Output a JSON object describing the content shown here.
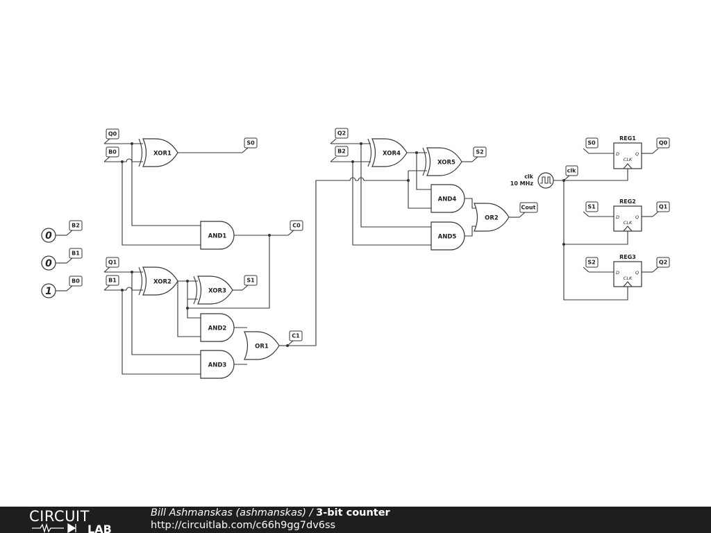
{
  "inputs": [
    {
      "label": "B2",
      "value": "0"
    },
    {
      "label": "B1",
      "value": "0"
    },
    {
      "label": "B0",
      "value": "1"
    }
  ],
  "gates": {
    "xor1": "XOR1",
    "xor2": "XOR2",
    "xor3": "XOR3",
    "xor4": "XOR4",
    "xor5": "XOR5",
    "and1": "AND1",
    "and2": "AND2",
    "and3": "AND3",
    "and4": "AND4",
    "and5": "AND5",
    "or1": "OR1",
    "or2": "OR2"
  },
  "nets": {
    "q0": "Q0",
    "b0": "B0",
    "s0": "S0",
    "q1": "Q1",
    "b1": "B1",
    "s1": "S1",
    "q2": "Q2",
    "b2": "B2",
    "s2": "S2",
    "c0": "C0",
    "c1": "C1",
    "cout": "Cout",
    "clk": "clk"
  },
  "clock": {
    "name": "clk",
    "freq": "10 MHz"
  },
  "registers": [
    {
      "name": "REG1",
      "d": "S0",
      "q": "Q0"
    },
    {
      "name": "REG2",
      "d": "S1",
      "q": "Q1"
    },
    {
      "name": "REG3",
      "d": "S2",
      "q": "Q2"
    }
  ],
  "register_pins": {
    "d": "D",
    "q": "Q",
    "clk": "CLK"
  },
  "footer": {
    "logo_top": "CIRCUIT",
    "logo_bottom": "LAB",
    "author": "Bill Ashmanskas (ashmanskas)",
    "separator": " / ",
    "title": "3-bit counter",
    "url": "http://circuitlab.com/c66h9gg7dv6ss"
  }
}
